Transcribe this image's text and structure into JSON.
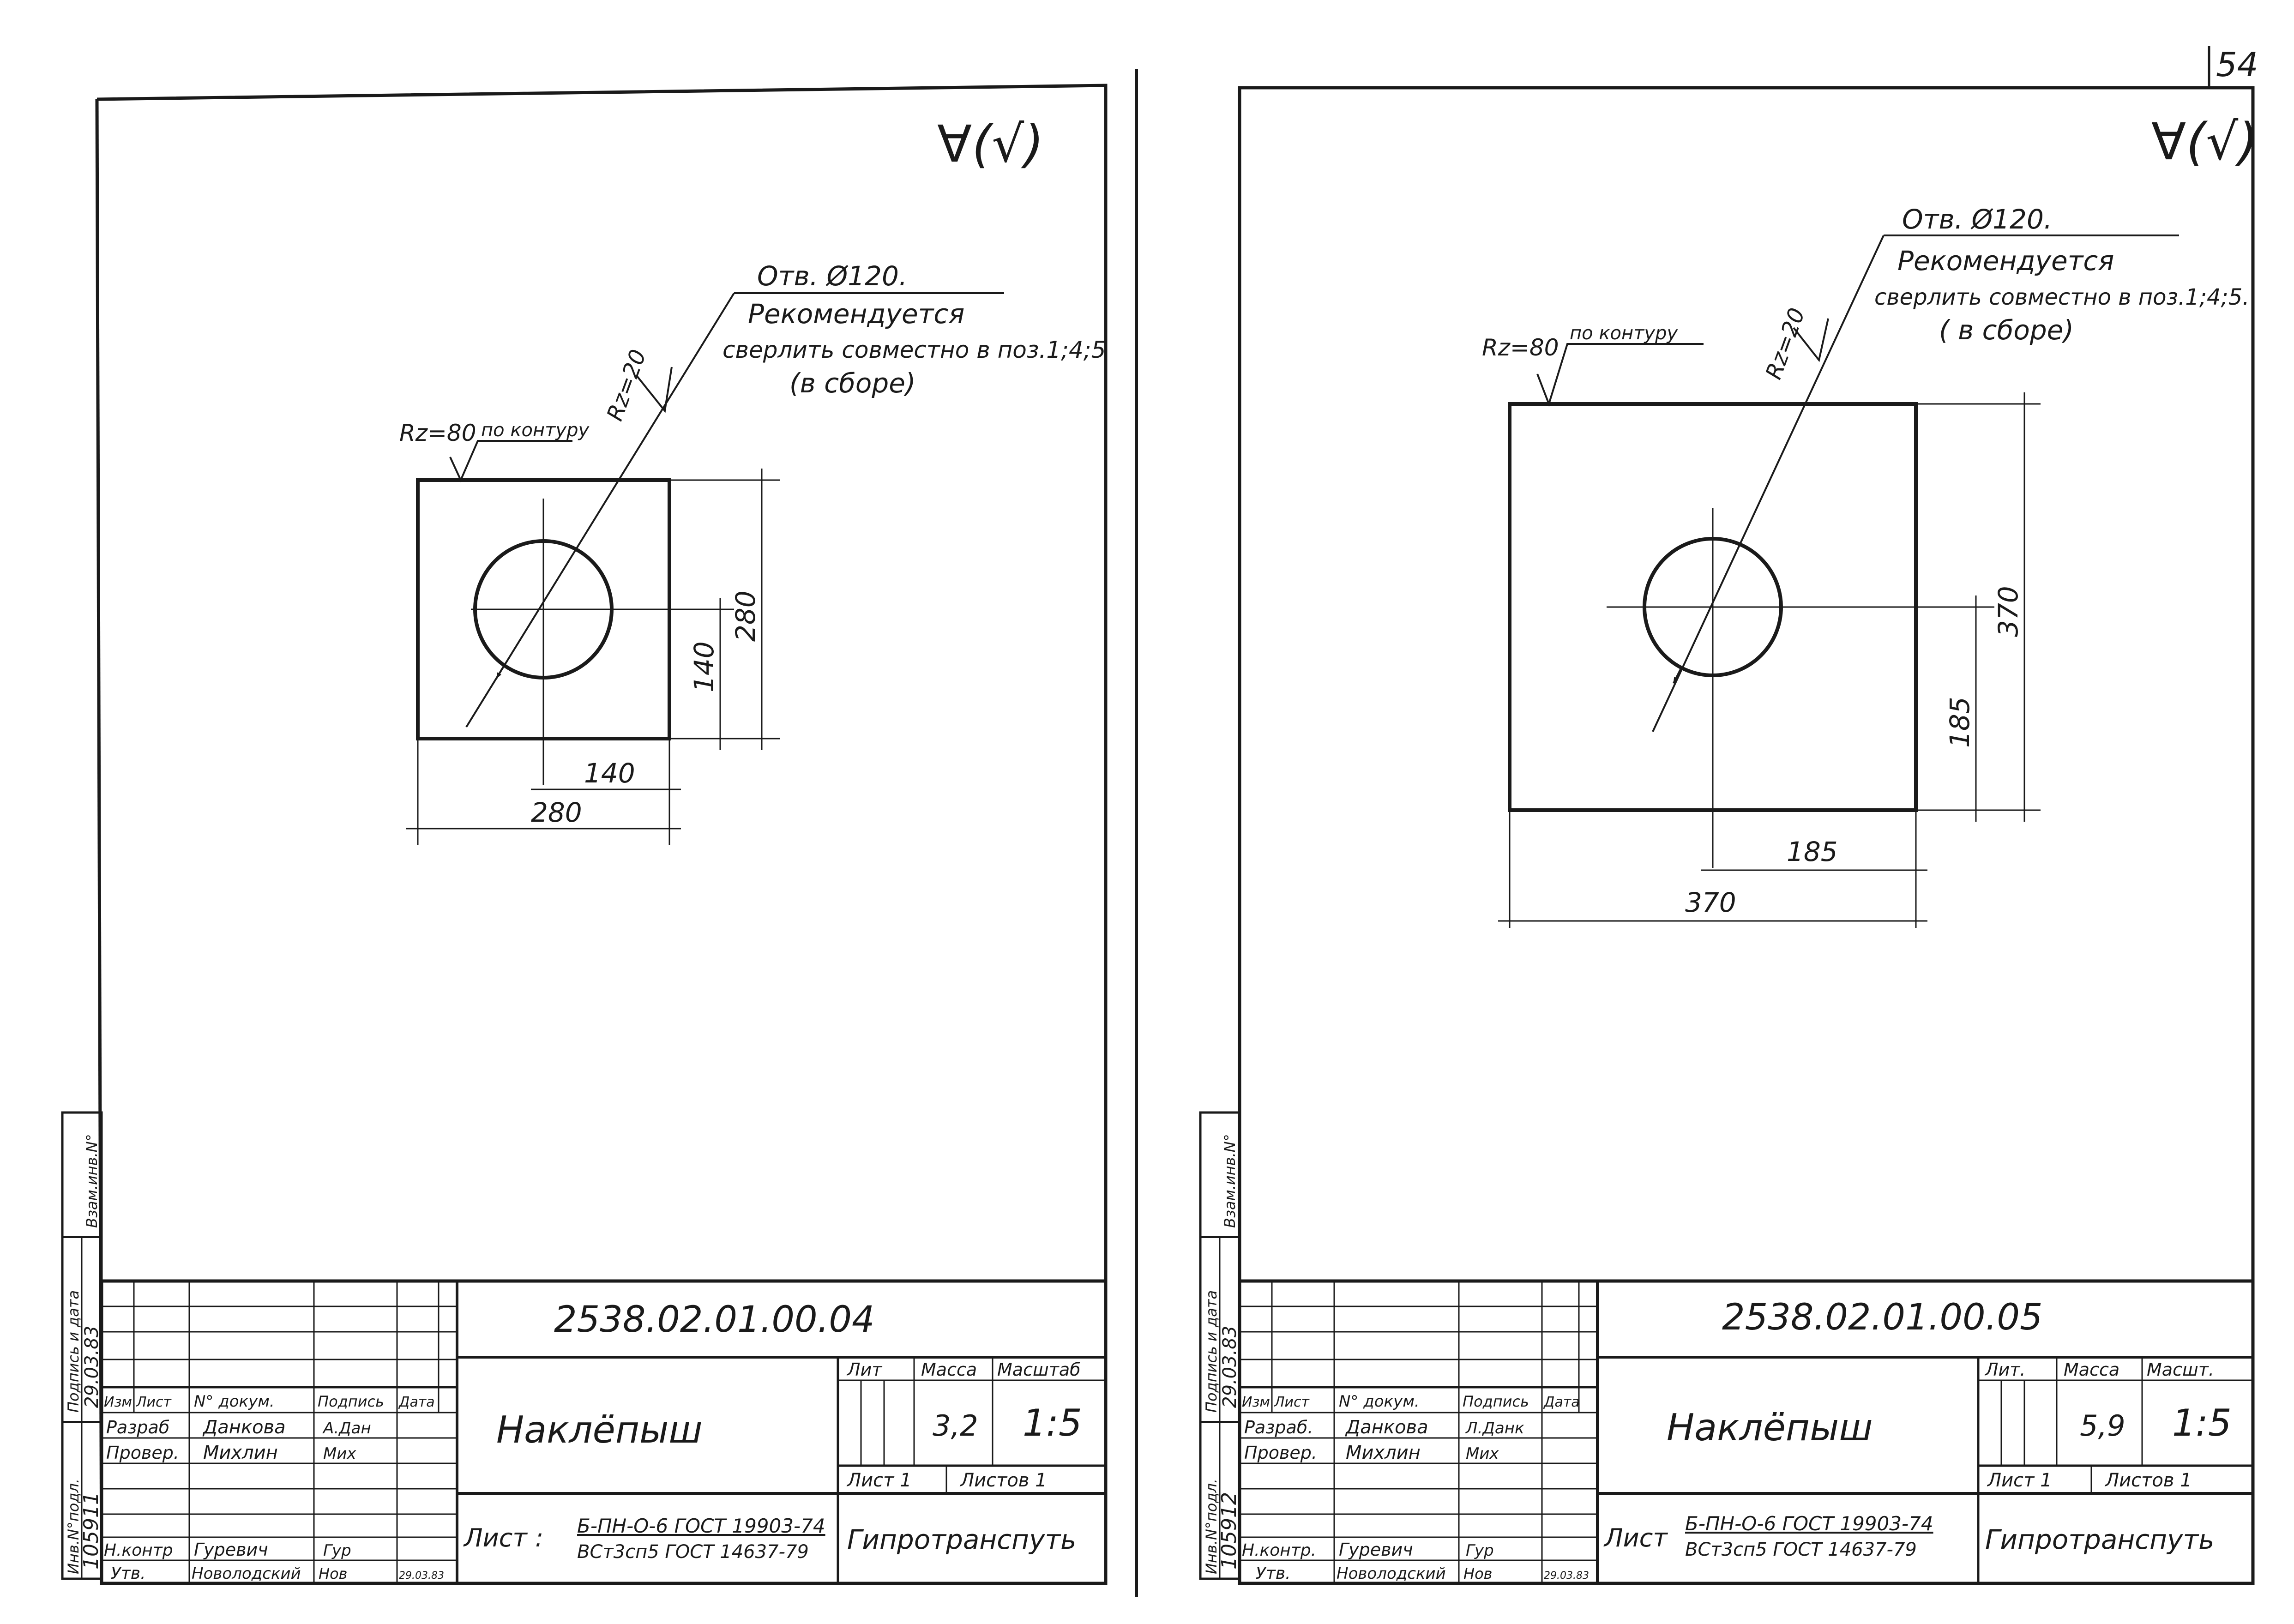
{
  "page_number": "54",
  "sheets": [
    {
      "roughness_symbol": "∀(√)",
      "hole_note": "Отв. Ø120.",
      "recommend": "Рекомендуется",
      "drill_note": "сверлить совместно в поз.1;4;5",
      "assembly_note": "(в сборе)",
      "rz80": "Rz=80",
      "contour": "по контуру",
      "rz20": "Rz=20",
      "dims": {
        "height": "280",
        "half_height": "140",
        "half_width": "140",
        "width": "280"
      },
      "title_block": {
        "doc_number": "2538.02.01.00.04",
        "name": "Наклёпыш",
        "hdr_lit": "Лит",
        "hdr_mass": "Масса",
        "hdr_scale": "Масштаб",
        "mass": "3,2",
        "scale": "1:5",
        "sheet": "Лист 1",
        "sheets_total": "Листов 1",
        "material_prefix": "Лист :",
        "material_top": "Б-ПН-О-6 ГОСТ 19903-74",
        "material_bottom": "ВСт3сп5 ГОСТ 14637-79",
        "org": "Гипротранспуть",
        "col_izm": "Изм",
        "col_list": "Лист",
        "col_doc": "N° докум.",
        "col_sign": "Подпись",
        "col_date": "Дата",
        "role_dev": "Разраб",
        "name_dev": "Данкова",
        "sig_dev": "А.Дан",
        "role_chk": "Провер.",
        "name_chk": "Михлин",
        "sig_chk": "Мих",
        "role_nk": "Н.контр",
        "name_nk": "Гуревич",
        "sig_nk": "Гур",
        "role_app": "Утв.",
        "name_app": "Новолодский",
        "sig_app": "Нов",
        "date_app": "29.03.83"
      },
      "side": {
        "inv": "Инв.N°подл.",
        "inv_val": "105911",
        "sign_date": "Подпись и дата",
        "sign_date_val": "29.03.83",
        "swap": "Взам.инв.N°"
      }
    },
    {
      "roughness_symbol": "∀(√)",
      "hole_note": "Отв. Ø120.",
      "recommend": "Рекомендуется",
      "drill_note": "сверлить совместно в поз.1;4;5.",
      "assembly_note": "( в сборе)",
      "rz80": "Rz=80",
      "contour": "по контуру",
      "rz20": "Rz=20",
      "dims": {
        "height": "370",
        "half_height": "185",
        "half_width": "185",
        "width": "370"
      },
      "title_block": {
        "doc_number": "2538.02.01.00.05",
        "name": "Наклёпыш",
        "hdr_lit": "Лит.",
        "hdr_mass": "Масса",
        "hdr_scale": "Масшт.",
        "mass": "5,9",
        "scale": "1:5",
        "sheet": "Лист 1",
        "sheets_total": "Листов 1",
        "material_prefix": "Лист",
        "material_top": "Б-ПН-О-6 ГОСТ 19903-74",
        "material_bottom": "ВСт3сп5 ГОСТ 14637-79",
        "org": "Гипротранспуть",
        "col_izm": "Изм",
        "col_list": "Лист",
        "col_doc": "N° докум.",
        "col_sign": "Подпись",
        "col_date": "Дата",
        "role_dev": "Разраб.",
        "name_dev": "Данкова",
        "sig_dev": "Л.Данк",
        "role_chk": "Провер.",
        "name_chk": "Михлин",
        "sig_chk": "Мих",
        "role_nk": "Н.контр.",
        "name_nk": "Гуревич",
        "sig_nk": "Гур",
        "role_app": "Утв.",
        "name_app": "Новолодский",
        "sig_app": "Нов",
        "date_app": "29.03.83"
      },
      "side": {
        "inv": "Инв.N°подл.",
        "inv_val": "105912",
        "sign_date": "Подпись и дата",
        "sign_date_val": "29.03.83",
        "swap": "Взам.инв.N°"
      }
    }
  ]
}
